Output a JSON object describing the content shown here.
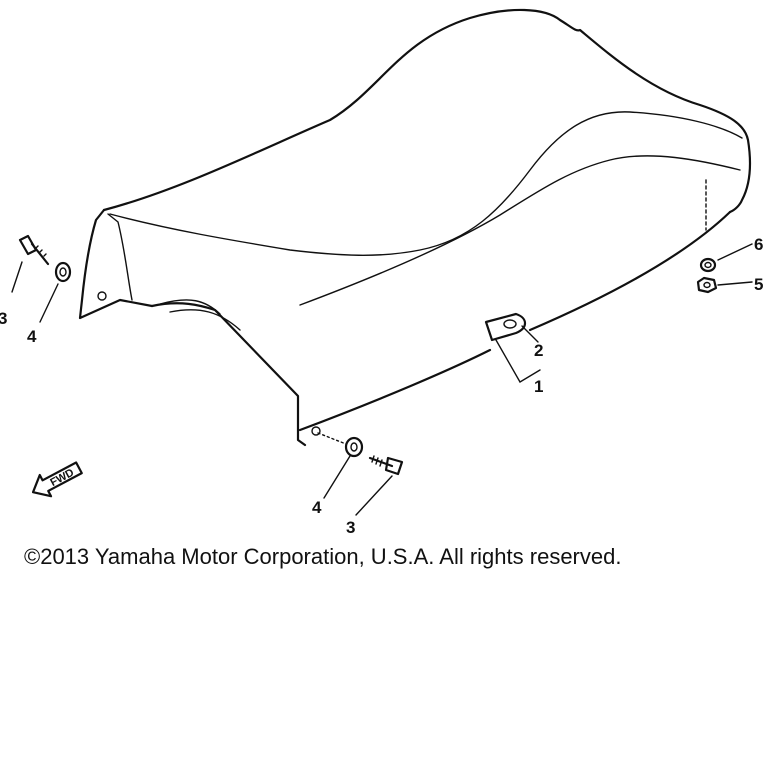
{
  "diagram": {
    "callouts": [
      {
        "id": "callout-1",
        "text": "1"
      },
      {
        "id": "callout-2",
        "text": "2"
      },
      {
        "id": "callout-3-left",
        "text": "3"
      },
      {
        "id": "callout-4-left",
        "text": "4"
      },
      {
        "id": "callout-3-bottom",
        "text": "3"
      },
      {
        "id": "callout-4-bottom",
        "text": "4"
      },
      {
        "id": "callout-5",
        "text": "5"
      },
      {
        "id": "callout-6",
        "text": "6"
      }
    ],
    "fwd_label": "FWD"
  },
  "copyright": "©2013 Yamaha Motor Corporation, U.S.A. All rights reserved."
}
